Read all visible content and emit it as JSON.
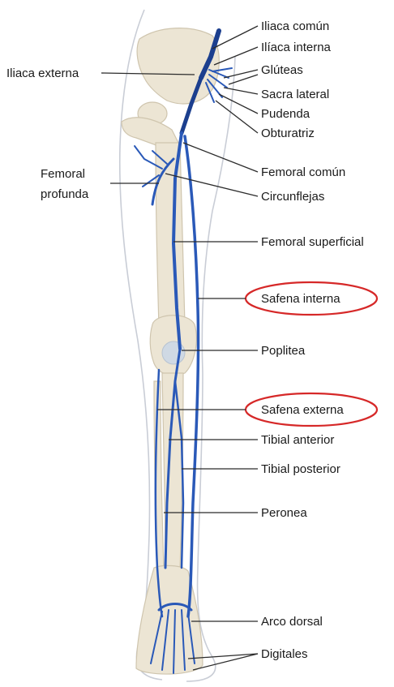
{
  "labels": {
    "iliaca_comun": "Iliaca común",
    "iliaca_interna": "Ilíaca interna",
    "iliaca_externa": "Iliaca externa",
    "gluteas": "Glúteas",
    "sacra_lateral": "Sacra lateral",
    "pudenda": "Pudenda",
    "obturatriz": "Obturatriz",
    "femoral_profunda_1": "Femoral",
    "femoral_profunda_2": "profunda",
    "femoral_comun": "Femoral común",
    "circunflejas": "Circunflejas",
    "femoral_superficial": "Femoral superficial",
    "safena_interna": "Safena interna",
    "poplitea": "Poplitea",
    "safena_externa": "Safena externa",
    "tibial_anterior": "Tibial anterior",
    "tibial_posterior": "Tibial posterior",
    "peronea": "Peronea",
    "arco_dorsal": "Arco dorsal",
    "digitales": "Digitales"
  },
  "highlighted": [
    "Safena interna",
    "Safena externa"
  ],
  "colors": {
    "vein": "#2a59b8",
    "bone": "#ece5d4",
    "highlight": "#d62828",
    "leader": "#2b2b2b"
  }
}
